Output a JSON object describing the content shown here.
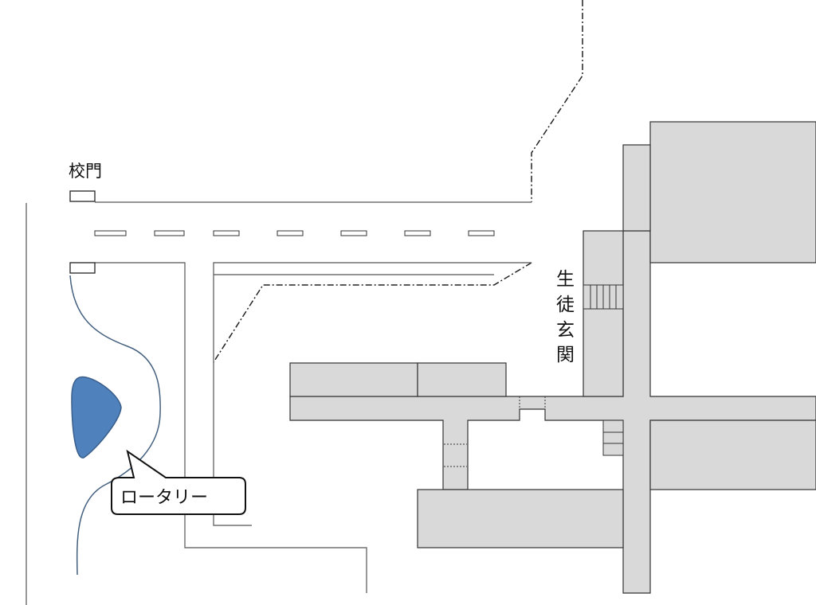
{
  "labels": {
    "school_gate": "校門",
    "student_entrance": [
      "生",
      "徒",
      "玄",
      "関"
    ],
    "rotary": "ロータリー"
  },
  "colors": {
    "building": "#d9d9d9",
    "rotary_island": "#4f81bd",
    "path_line": "#44607f"
  }
}
